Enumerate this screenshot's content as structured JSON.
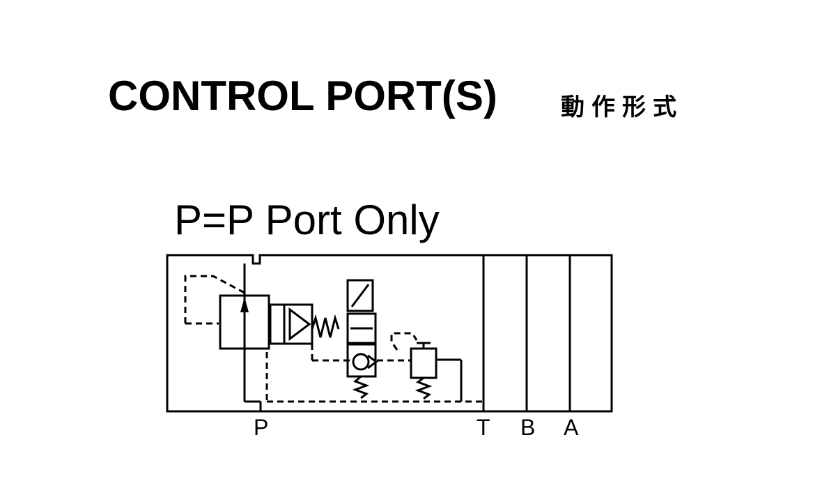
{
  "title": "CONTROL PORT(S)",
  "title_cn": "動作形式",
  "subtitle": "P=P Port Only",
  "ports": {
    "p": "P",
    "t": "T",
    "b": "B",
    "a": "A"
  }
}
